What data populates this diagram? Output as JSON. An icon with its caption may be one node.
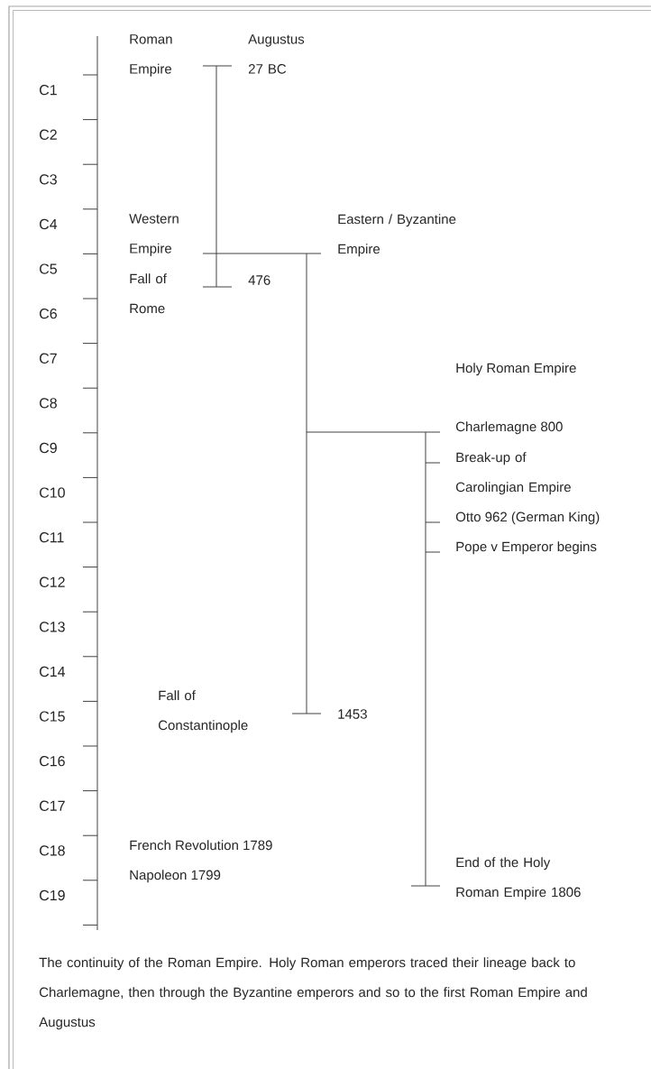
{
  "diagram": {
    "caption": "The continuity of the Roman Empire. Holy Roman emperors traced their lineage back to Charlemagne, then through the Byzantine emperors and so to the first Roman Empire and Augustus",
    "labels": [
      "Roman Empire",
      "Augustus 27 BC",
      "C1",
      "C2",
      "C3",
      "C4",
      "Western Empire",
      "Eastern / Byzantine Empire",
      "C5",
      "Fall of Rome",
      "476",
      "C6",
      "C7",
      "Holy Roman Empire",
      "C8",
      "Charlemagne 800",
      "C9",
      "Break-up of Carolingian Empire",
      "C10",
      "Otto 962 (German King)",
      "Pope v Emperor begins",
      "C11",
      "C12",
      "C13",
      "C14",
      "Fall of Constantinople",
      "C15",
      "1453",
      "C16",
      "C17",
      "C18",
      "French Revolution 1789",
      "Napoleon 1799",
      "End of the Holy Roman Empire 1806",
      "C19"
    ]
  }
}
